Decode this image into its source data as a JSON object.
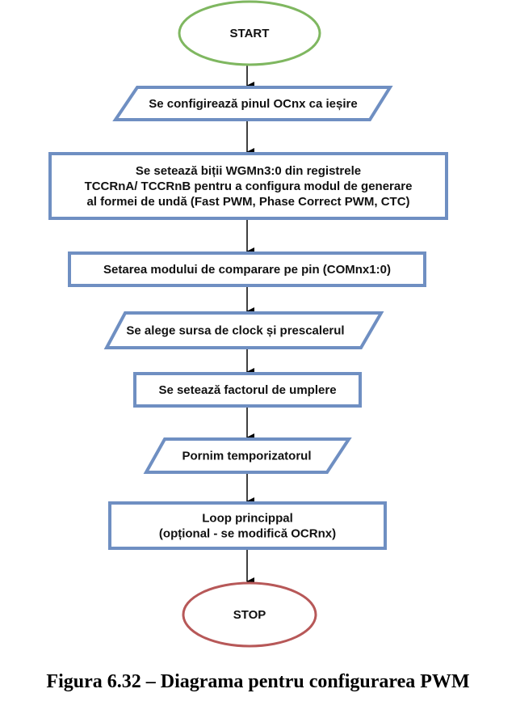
{
  "colors": {
    "start_stroke": "#7fb760",
    "stop_stroke": "#b75858",
    "process_stroke": "#6f8fc2",
    "arrow": "#000000",
    "text": "#111111"
  },
  "nodes": [
    {
      "id": "start",
      "type": "terminal",
      "lines": [
        "START"
      ]
    },
    {
      "id": "configure-pin",
      "type": "io",
      "lines": [
        "Se configirează pinul OCnx ca ieșire"
      ]
    },
    {
      "id": "set-wgm-bits",
      "type": "process",
      "lines": [
        "Se setează biții WGMn3:0 din registrele",
        "TCCRnA/ TCCRnB pentru a configura modul de generare",
        "al formei de undă (Fast PWM, Phase Correct PWM, CTC)"
      ]
    },
    {
      "id": "set-compare-mode",
      "type": "process",
      "lines": [
        "Setarea modului de comparare pe pin (COMnx1:0)"
      ]
    },
    {
      "id": "select-clock",
      "type": "io",
      "lines": [
        "Se alege sursa de clock și prescalerul"
      ]
    },
    {
      "id": "set-duty-cycle",
      "type": "process",
      "lines": [
        "Se setează factorul de umplere"
      ]
    },
    {
      "id": "start-timer",
      "type": "io",
      "lines": [
        "Pornim temporizatorul"
      ]
    },
    {
      "id": "main-loop",
      "type": "process",
      "lines": [
        "Loop princippal",
        "(opțional - se modifică OCRnx)"
      ]
    },
    {
      "id": "stop",
      "type": "terminal",
      "lines": [
        "STOP"
      ]
    }
  ],
  "edges": [
    {
      "from": "start",
      "to": "configure-pin"
    },
    {
      "from": "configure-pin",
      "to": "set-wgm-bits"
    },
    {
      "from": "set-wgm-bits",
      "to": "set-compare-mode"
    },
    {
      "from": "set-compare-mode",
      "to": "select-clock"
    },
    {
      "from": "select-clock",
      "to": "set-duty-cycle"
    },
    {
      "from": "set-duty-cycle",
      "to": "start-timer"
    },
    {
      "from": "start-timer",
      "to": "main-loop"
    },
    {
      "from": "main-loop",
      "to": "stop"
    }
  ],
  "caption": "Figura 6.32 – Diagrama pentru configurarea PWM"
}
